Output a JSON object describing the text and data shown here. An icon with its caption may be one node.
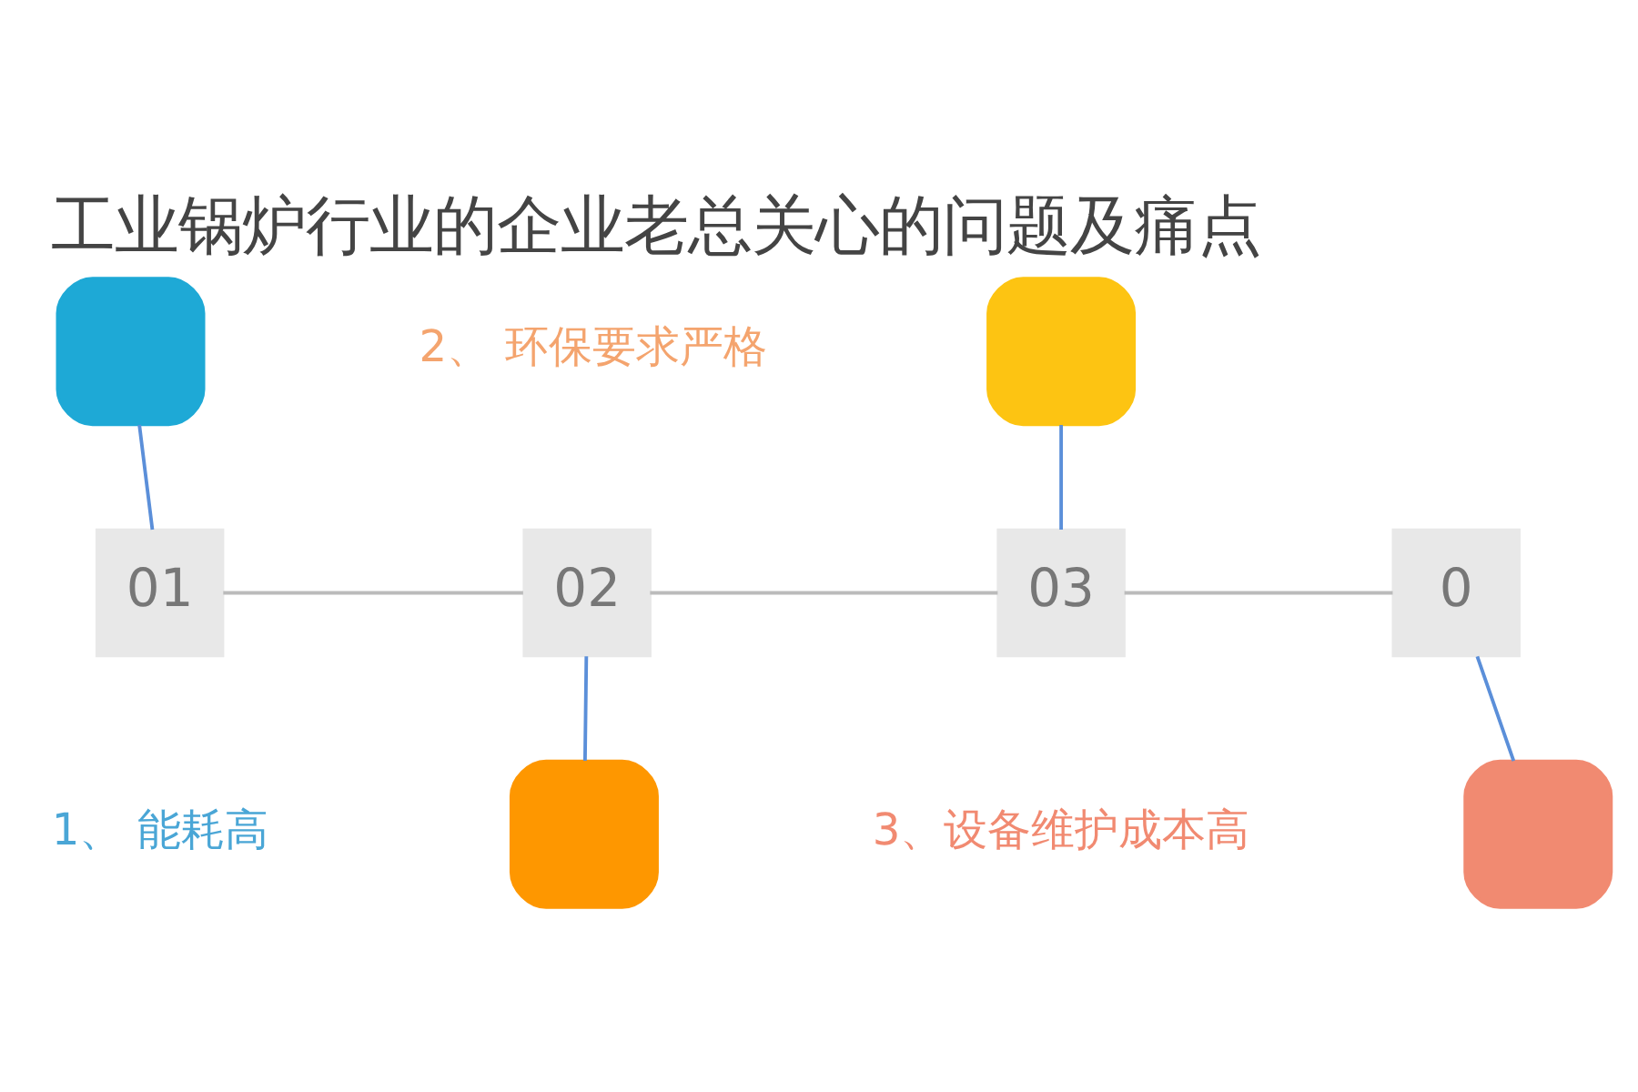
{
  "diagram": {
    "title": "工业锅炉行业的企业老总关心的问题及痛点",
    "nodes": [
      {
        "text": [],
        "shape": "box"
      },
      {
        "text": [
          "01"
        ]
      },
      {
        "text": [
          "02"
        ]
      },
      {
        "text": [
          "03"
        ]
      },
      {
        "text": [
          "0"
        ]
      },
      {
        "text": [],
        "shape": "box"
      },
      {
        "text": [],
        "shape": "box"
      },
      {
        "text": [],
        "shape": "box"
      }
    ],
    "edges": [
      {
        "from": 0,
        "to": 1,
        "arrow": "none"
      },
      {
        "from": 1,
        "to": 2,
        "arrow": "none",
        "color": "#bbbbbb"
      },
      {
        "from": 2,
        "to": 3,
        "arrow": "none",
        "color": "#bbbbbb"
      },
      {
        "from": 3,
        "to": 4,
        "arrow": "none",
        "color": "#bbbbbb"
      },
      {
        "from": 2,
        "to": 5,
        "arrow": "none"
      },
      {
        "from": 6,
        "to": 3,
        "arrow": "none"
      },
      {
        "from": 4,
        "to": 7,
        "arrow": "none"
      }
    ],
    "labels": [
      "2、 环保要求严格",
      "1、 能耗高",
      "3、设备维护成本高"
    ]
  }
}
